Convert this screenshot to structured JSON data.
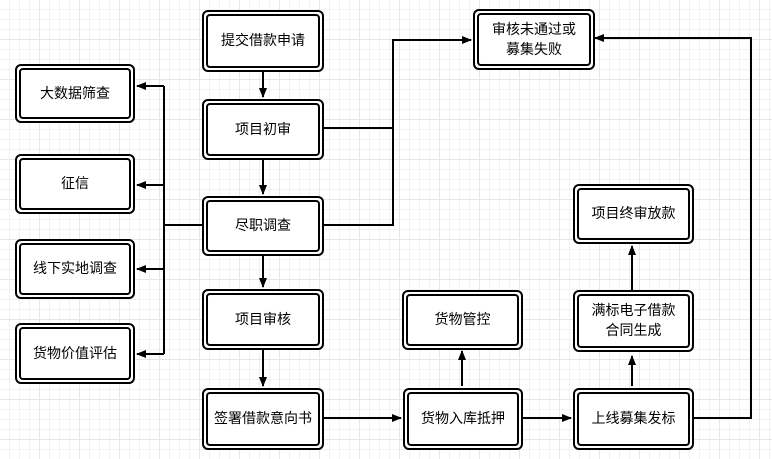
{
  "nodes": {
    "submit": "提交借款申请",
    "initial_review": "项目初审",
    "due_diligence": "尽职调查",
    "project_review": "项目审核",
    "sign_intent": "签署借款意向书",
    "fail": "审核未通过或\n募集失败",
    "big_data": "大数据筛查",
    "credit": "征信",
    "site_survey": "线下实地调查",
    "valuation": "货物价值评估",
    "goods_control": "货物管控",
    "warehouse_pledge": "货物入库抵押",
    "listing": "上线募集发标",
    "contract": "满标电子借款\n合同生成",
    "final_review": "项目终审放款"
  }
}
